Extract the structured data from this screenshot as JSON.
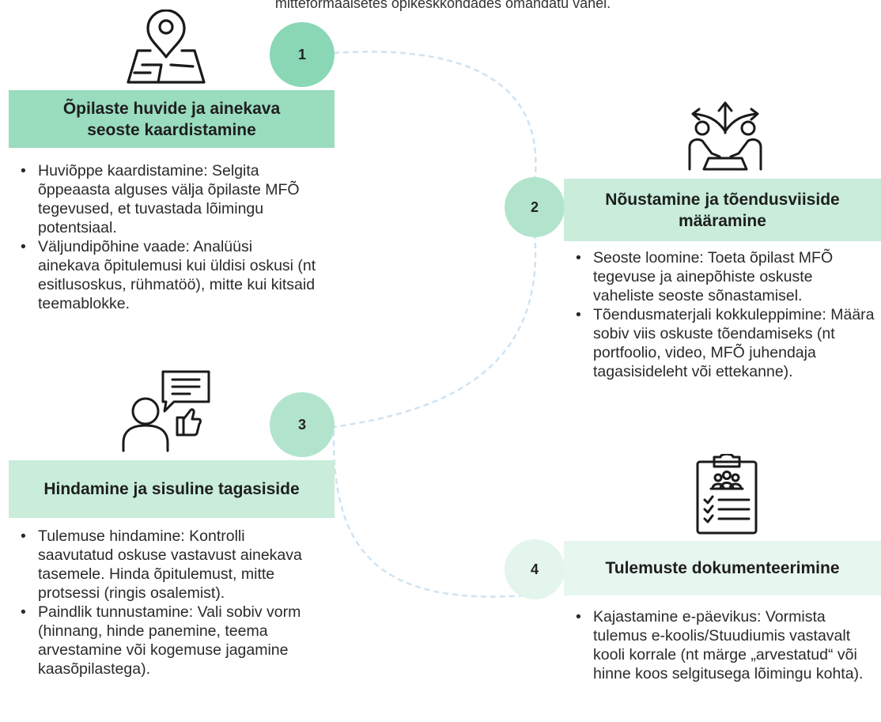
{
  "intro": "mitteformaalsetes õpikeskkondades omandatu vahel.",
  "colors": {
    "circle_dark": "#8ad7b6",
    "circle_mid": "#b2e4cd",
    "circle_light": "#e3f5ec",
    "band_dark": "#99dcbe",
    "band_mid": "#c9edda",
    "band_light": "#e7f6ee",
    "connector": "#cfe3f2"
  },
  "steps": [
    {
      "number": "1",
      "icon": "map-pin-icon",
      "title": "Õpilaste huvide ja ainekava seoste kaardistamine",
      "bullets": [
        "Huviõppe kaardistamine: Selgita õppeaasta alguses välja õpilaste MFÕ tegevused, et tuvastada lõimingu potentsiaal.",
        "Väljundipõhine vaade: Analüüsi ainekava õpitulemusi kui üldisi oskusi (nt esitlusoskus, rühmatöö), mitte kui kitsaid teemablokke."
      ]
    },
    {
      "number": "2",
      "icon": "discussion-arrows-icon",
      "title": "Nõustamine ja tõendusviiside määramine",
      "bullets": [
        "Seoste loomine: Toeta õpilast MFÕ tegevuse ja ainepõhiste oskuste vaheliste seoste sõnastamisel.",
        "Tõendusmaterjali kokkuleppimine: Määra sobiv viis oskuste tõendamiseks (nt portfoolio, video, MFÕ juhendaja tagasisideleht või ettekanne)."
      ]
    },
    {
      "number": "3",
      "icon": "feedback-person-icon",
      "title": "Hindamine ja sisuline tagasiside",
      "bullets": [
        "Tulemuse hindamine: Kontrolli saavutatud oskuse vastavust ainekava tasemele. Hinda õpitulemust, mitte protsessi (ringis osalemist).",
        "Paindlik tunnustamine: Vali sobiv vorm (hinnang, hinde panemine, teema arvestamine või kogemuse jagamine kaasõpilastega)."
      ]
    },
    {
      "number": "4",
      "icon": "clipboard-checklist-icon",
      "title": "Tulemuste dokumenteerimine",
      "bullets": [
        "Kajastamine e-päevikus: Vormista tulemus e-koolis/Stuudiumis vastavalt kooli korrale (nt märge „arvestatud“ või hinne koos selgitusega lõimingu kohta)."
      ]
    }
  ]
}
